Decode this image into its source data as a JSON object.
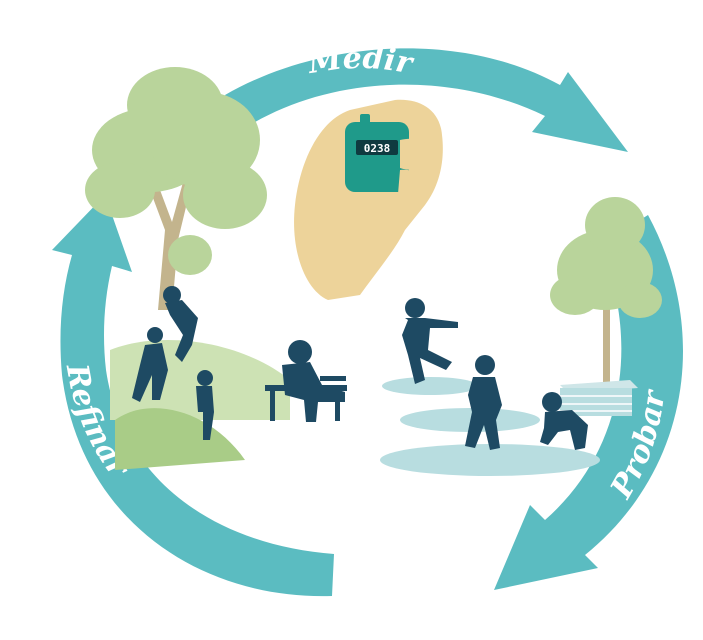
{
  "cycle": {
    "steps": [
      {
        "label": "Medir"
      },
      {
        "label": "Probar"
      },
      {
        "label": "Refinar"
      }
    ]
  },
  "counter": {
    "reading": "0238"
  },
  "colors": {
    "arrow": "#5bbcc1",
    "arrow_dark": "#4aa9af",
    "silhouette": "#1e4a63",
    "tree": "#b9d49b",
    "tree_trunk": "#c3b48d",
    "hand": "#edd39a",
    "counter_body": "#1f9a8a",
    "counter_screen": "#0f3a40",
    "ground_light": "#cde2b4",
    "ground_dark": "#a9cc87",
    "pad": "#b8dde0",
    "background": "#ffffff"
  }
}
